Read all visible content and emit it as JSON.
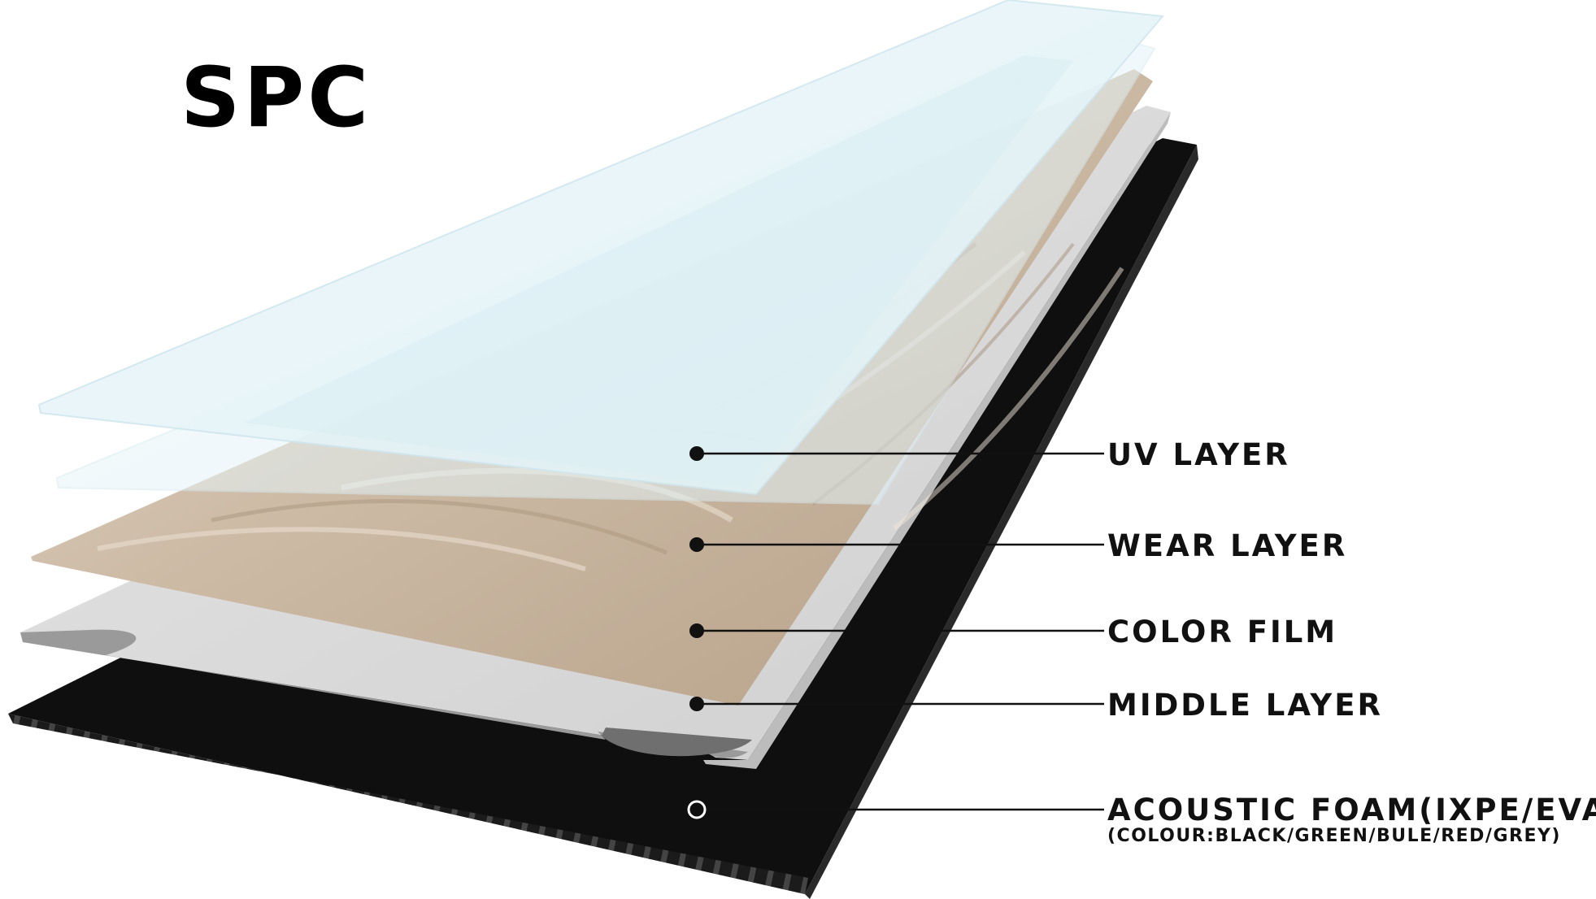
{
  "title": "SPC",
  "layers": [
    {
      "label": "UV LAYER"
    },
    {
      "label": "WEAR LAYER"
    },
    {
      "label": "COLOR FILM"
    },
    {
      "label": "MIDDLE LAYER"
    },
    {
      "label": "ACOUSTIC FOAM(IXPE/EVA)",
      "note": "(COLOUR:BLACK/GREEN/BULE/RED/GREY)"
    }
  ],
  "colors": {
    "uv_layer": "#eaf7fb",
    "wear_layer": "#f4f7f7",
    "color_film": "#c9b7a4",
    "middle_layer": "#d9d9d9",
    "acoustic_foam": "#111111",
    "text": "#111111"
  }
}
